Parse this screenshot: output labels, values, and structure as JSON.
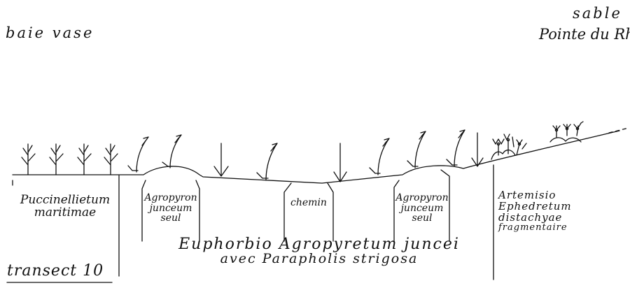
{
  "labels": {
    "left_top": "baie vase",
    "right_top_1": "sable",
    "right_top_2": "Pointe du Rhin",
    "zone_puccinellietum": [
      "Puccinellietum",
      "maritimae"
    ],
    "zone_agropyron_left": [
      "Agropyron",
      "junceum",
      "seul"
    ],
    "zone_chemin": "chemin",
    "zone_agropyron_right": [
      "Agropyron",
      "junceum",
      "seul"
    ],
    "zone_artemisio": [
      "Artemisio",
      "Ephedretum",
      "distachyae",
      "fragmentaire"
    ],
    "zone_euphorbio": [
      "Euphorbio Agropyretum juncei",
      "avec Parapholis strigosa"
    ],
    "transect": "transect 10"
  },
  "plant_types": [
    "puccinellia-tuft",
    "agropyron-plant",
    "artemisia-ephedra-shrub"
  ],
  "ink_color": "#111111"
}
